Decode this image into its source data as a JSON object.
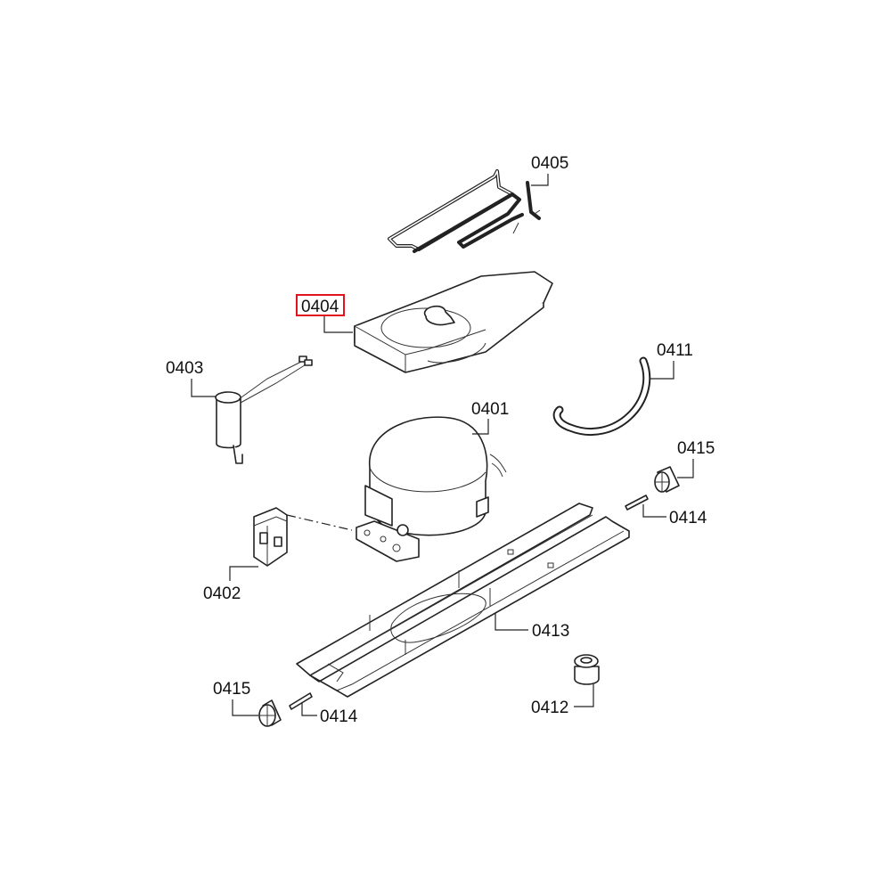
{
  "diagram": {
    "title": "Compressor assembly exploded view",
    "highlight_color": "#e0141e",
    "highlighted_part": "0404",
    "labels": {
      "p0405": "0405",
      "p0404": "0404",
      "p0403": "0403",
      "p0401": "0401",
      "p0411": "0411",
      "p0415a": "0415",
      "p0414a": "0414",
      "p0402": "0402",
      "p0413": "0413",
      "p0415b": "0415",
      "p0414b": "0414",
      "p0412": "0412"
    }
  }
}
